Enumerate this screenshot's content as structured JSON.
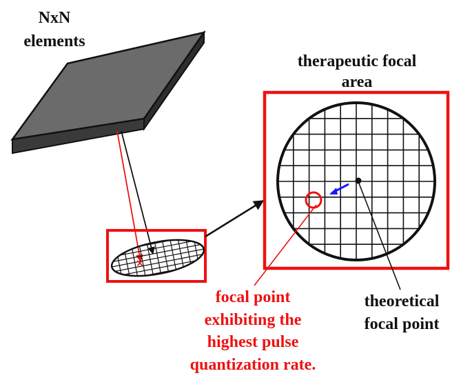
{
  "labels": {
    "array_line1": "NxN",
    "array_line2": "elements",
    "area_line1": "therapeutic focal",
    "area_line2": "area",
    "red_line1": "focal point",
    "red_line2": "exhibiting the",
    "red_line3": "highest pulse",
    "red_line4": "quantization rate.",
    "theo_line1": "theoretical",
    "theo_line2": "focal point"
  },
  "colors": {
    "highlight": "#ee1111",
    "direction_arrow": "#1a1aff",
    "array_top": "#6b6b6b",
    "array_side": "#3a3a3a",
    "ink": "#111111"
  }
}
